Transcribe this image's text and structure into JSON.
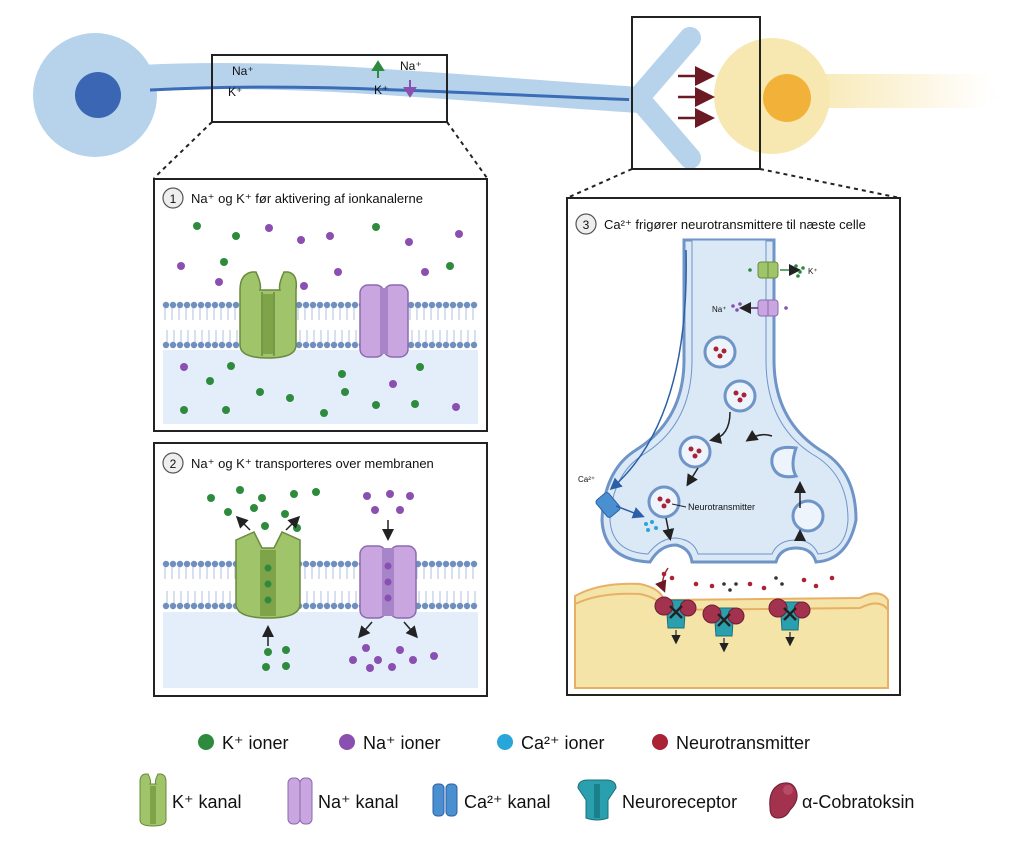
{
  "colors": {
    "axon": "#b7d3ec",
    "axon_core": "#3b6db7",
    "nucleus_blue": "#3a66b3",
    "soma_yellow": "#f7e7b0",
    "nucleus_orange": "#f2b23a",
    "k_ion": "#2e8b3e",
    "na_ion": "#8a4fb0",
    "ca_ion": "#29a6d9",
    "neurotransmitter": "#a92236",
    "k_channel": "#9fc46a",
    "na_channel": "#c9a6e0",
    "ca_channel": "#4a90d0",
    "receptor": "#2aa0ae",
    "toxin": "#a3324e",
    "membrane_head": "#6f8fbf",
    "postsyn": "#f5e4a8",
    "arrow_dark": "#6b1a24"
  },
  "top": {
    "na_left": "Na⁺",
    "k_left": "K⁺",
    "na_right": "Na⁺",
    "k_right": "K⁺"
  },
  "panel1": {
    "number": "1",
    "title": "Na⁺ og K⁺ før aktivering af ionkanalerne"
  },
  "panel2": {
    "number": "2",
    "title": "Na⁺ og K⁺ transporteres over membranen"
  },
  "panel3": {
    "number": "3",
    "title": "Ca²⁺ frigører neurotransmittere til næste celle",
    "k_label": "K⁺",
    "na_label": "Na⁺",
    "ca_label": "Ca²⁺",
    "nt_label": "Neurotransmitter"
  },
  "legend": {
    "row1": [
      {
        "icon": "k-ion-icon",
        "label": "K⁺ ioner"
      },
      {
        "icon": "na-ion-icon",
        "label": "Na⁺ ioner"
      },
      {
        "icon": "ca-ion-icon",
        "label": "Ca²⁺ ioner"
      },
      {
        "icon": "neurotransmitter-icon",
        "label": "Neurotransmitter"
      }
    ],
    "row2": [
      {
        "icon": "k-channel-icon",
        "label": "K⁺ kanal"
      },
      {
        "icon": "na-channel-icon",
        "label": "Na⁺ kanal"
      },
      {
        "icon": "ca-channel-icon",
        "label": "Ca²⁺ kanal"
      },
      {
        "icon": "neuroreceptor-icon",
        "label": "Neuroreceptor"
      },
      {
        "icon": "cobratoxin-icon",
        "label": "α-Cobratoksin"
      }
    ]
  }
}
